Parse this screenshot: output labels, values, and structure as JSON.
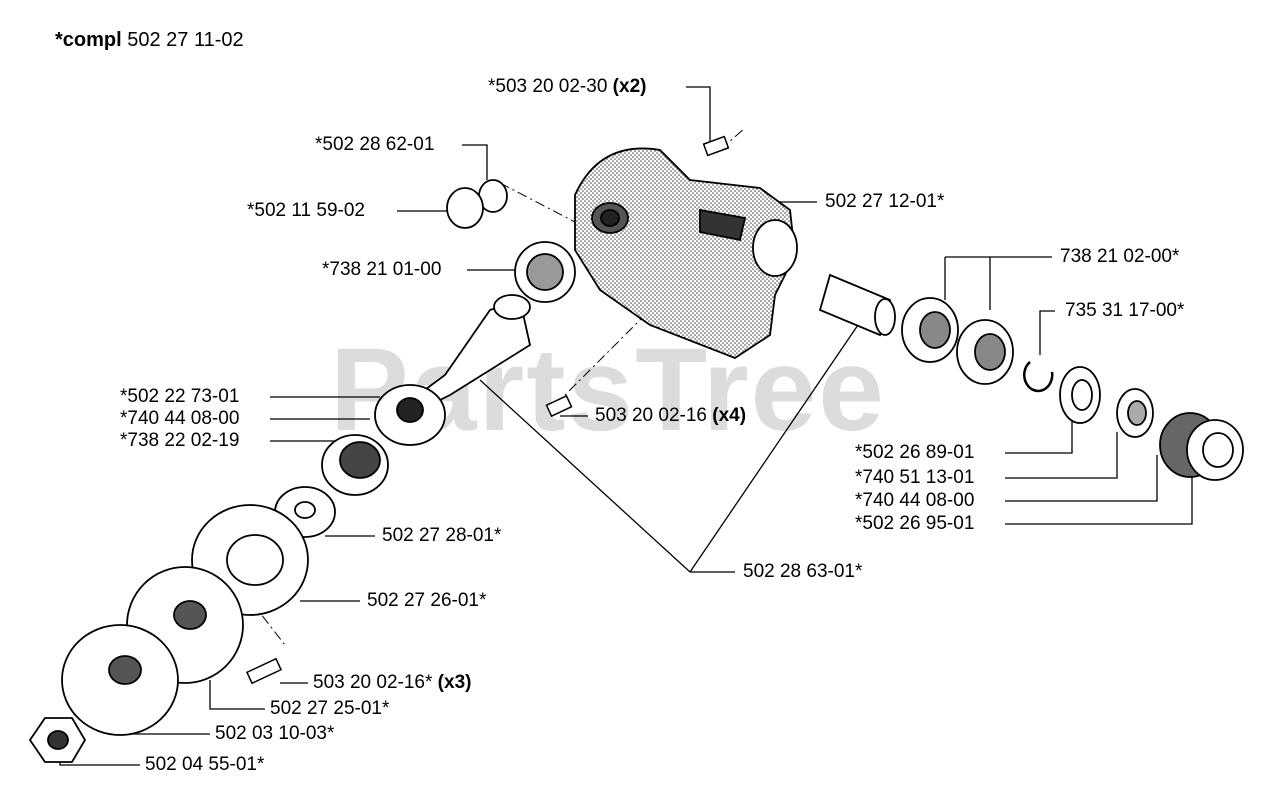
{
  "title": {
    "prefix": "*compl",
    "number": "502 27 11-02"
  },
  "watermark": "PartsTree",
  "callouts": [
    {
      "id": "c1",
      "text": "*503 20 02-30",
      "qty": "(x2)"
    },
    {
      "id": "c2",
      "text": "*502 28 62-01",
      "qty": ""
    },
    {
      "id": "c3",
      "text": "*502 11 59-02",
      "qty": ""
    },
    {
      "id": "c4",
      "text": "502 27 12-01*",
      "qty": ""
    },
    {
      "id": "c5",
      "text": "*738 21 01-00",
      "qty": ""
    },
    {
      "id": "c6",
      "text": "738 21 02-00*",
      "qty": ""
    },
    {
      "id": "c7",
      "text": "735 31 17-00*",
      "qty": ""
    },
    {
      "id": "c8",
      "text": "*502 22 73-01",
      "qty": ""
    },
    {
      "id": "c9",
      "text": "*740 44 08-00",
      "qty": ""
    },
    {
      "id": "c10",
      "text": "*738 22 02-19",
      "qty": ""
    },
    {
      "id": "c11",
      "text": "503 20 02-16",
      "qty": "(x4)"
    },
    {
      "id": "c12",
      "text": "*502 26 89-01",
      "qty": ""
    },
    {
      "id": "c13",
      "text": "*740 51 13-01",
      "qty": ""
    },
    {
      "id": "c14",
      "text": "*740 44 08-00",
      "qty": ""
    },
    {
      "id": "c15",
      "text": "*502 26 95-01",
      "qty": ""
    },
    {
      "id": "c16",
      "text": "502 27 28-01*",
      "qty": ""
    },
    {
      "id": "c17",
      "text": "502 28 63-01*",
      "qty": ""
    },
    {
      "id": "c18",
      "text": "502 27 26-01*",
      "qty": ""
    },
    {
      "id": "c19",
      "text": "503 20 02-16*",
      "qty": "(x3)"
    },
    {
      "id": "c20",
      "text": "502 27 25-01*",
      "qty": ""
    },
    {
      "id": "c21",
      "text": "502 03 10-03*",
      "qty": ""
    },
    {
      "id": "c22",
      "text": "502 04 55-01*",
      "qty": ""
    }
  ]
}
